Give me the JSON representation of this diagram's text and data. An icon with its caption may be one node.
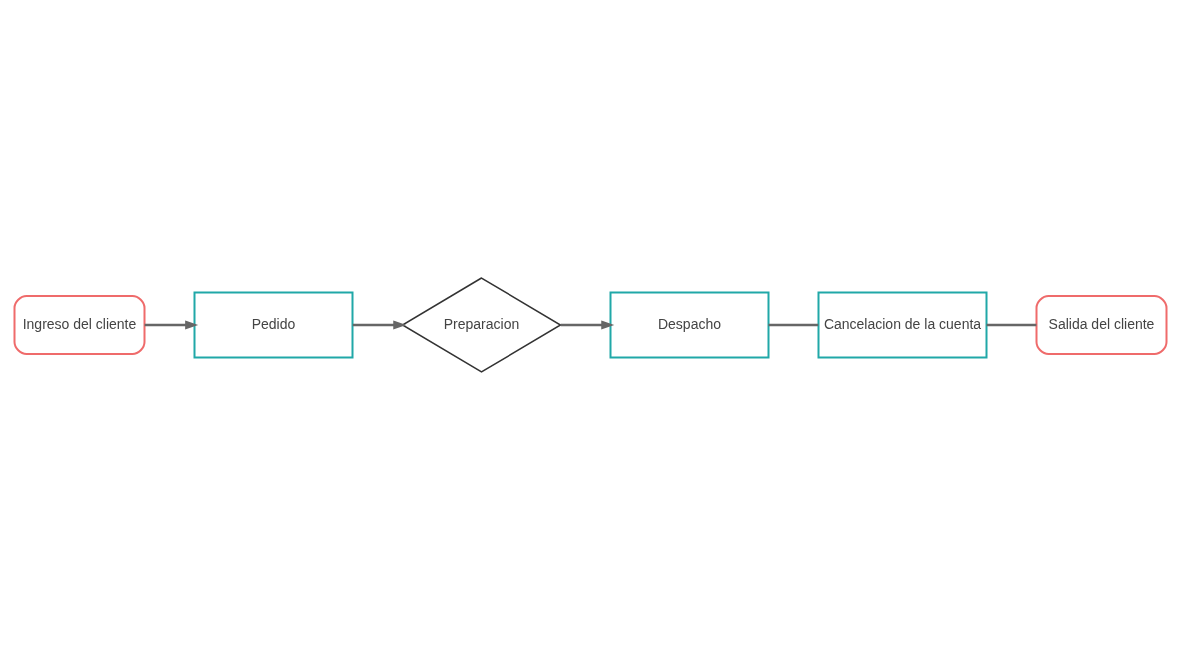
{
  "diagram": {
    "nodes": [
      {
        "text": [
          "Ingreso del cliente"
        ]
      },
      {
        "text": [
          "Pedido"
        ]
      },
      {
        "text": [
          "Preparacion"
        ]
      },
      {
        "text": [
          "Despacho"
        ]
      },
      {
        "text": [
          "Cancelacion de la cuenta"
        ]
      },
      {
        "text": [
          "Salida del cliente"
        ]
      }
    ],
    "edges": [
      {
        "from": 0,
        "to": 1,
        "arrow": "to"
      },
      {
        "from": 1,
        "to": 2,
        "arrow": "to"
      },
      {
        "from": 2,
        "to": 3,
        "arrow": "to"
      },
      {
        "from": 3,
        "to": 4,
        "arrow": "none"
      },
      {
        "from": 4,
        "to": 5,
        "arrow": "none"
      }
    ]
  }
}
